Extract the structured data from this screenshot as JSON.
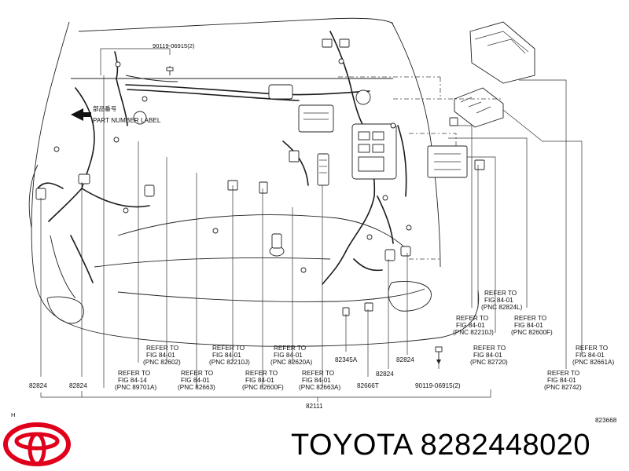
{
  "top": {
    "bolt_ref": "90119-06915(2)",
    "part_number_label": "PART NUMBER LABEL",
    "label_glyph": "部品番号"
  },
  "refs": [
    {
      "id": "r1",
      "lines": [
        "REFER TO",
        "FIG 84-01",
        "(PNC 82602)"
      ]
    },
    {
      "id": "r2",
      "lines": [
        "REFER TO",
        "FIG 84-01",
        "(PNC 82210J)"
      ]
    },
    {
      "id": "r3",
      "lines": [
        "REFER TO",
        "FIG 84-01",
        "(PNC 82620A)"
      ]
    },
    {
      "id": "r4",
      "lines": [
        "REFER TO",
        "FIG 84-14",
        "(PNC 89701A)"
      ]
    },
    {
      "id": "r5",
      "lines": [
        "REFER TO",
        "FIG 84-01",
        "(PNC 82663)"
      ]
    },
    {
      "id": "r6",
      "lines": [
        "REFER TO",
        "FIG 84-01",
        "(PNC 82600F)"
      ]
    },
    {
      "id": "r7",
      "lines": [
        "REFER TO",
        "FIG 84-01",
        "(PNC 82663A)"
      ]
    },
    {
      "id": "r8",
      "lines": [
        "REFER TO",
        "FIG 84-01",
        "(PNC 82824L)"
      ]
    },
    {
      "id": "r9",
      "lines": [
        "REFER TO",
        "FIG 84-01",
        "(PNC 82210J)"
      ]
    },
    {
      "id": "r10",
      "lines": [
        "REFER TO",
        "FIG 84-01",
        "(PNC 82600F)"
      ]
    },
    {
      "id": "r11",
      "lines": [
        "REFER TO",
        "FIG 84-01",
        "(PNC 82720)"
      ]
    },
    {
      "id": "r12",
      "lines": [
        "REFER TO",
        "FIG 84-01",
        "(PNC 82661A)"
      ]
    },
    {
      "id": "r13",
      "lines": [
        "REFER TO",
        "FIG 84-01",
        "(PNC 82742)"
      ]
    }
  ],
  "callouts": {
    "c_82824_a": "82824",
    "c_82824_b": "82824",
    "c_82345a": "82345A",
    "c_82824_c": "82824",
    "c_82824_d": "82824",
    "c_82666t": "82666T",
    "c_bolt_bottom": "90119-06915(2)",
    "c_82111": "82111",
    "c_h": "H",
    "c_823668": "823668"
  },
  "brand": {
    "text": "TOYOTA 8282448020",
    "logo_color": "#e0001b"
  }
}
